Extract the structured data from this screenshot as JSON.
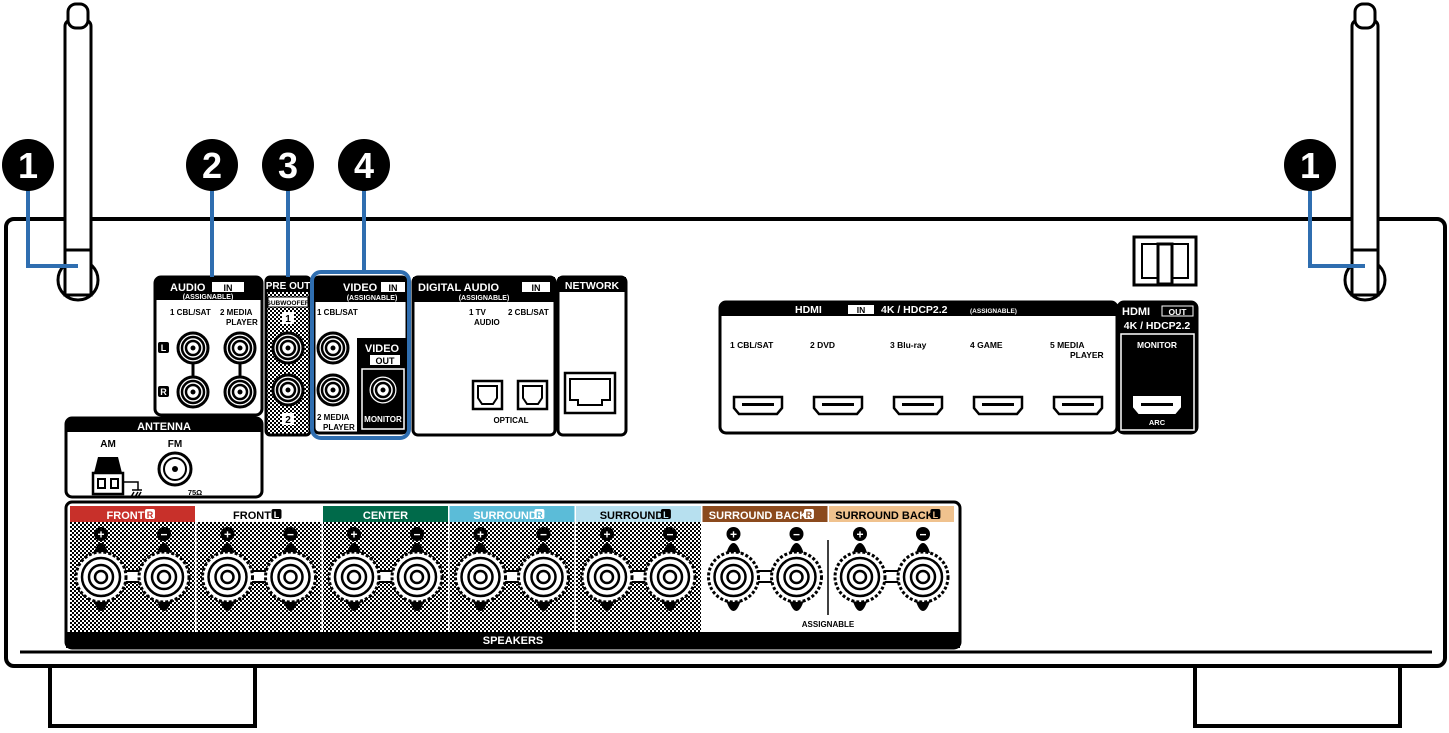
{
  "colors": {
    "callout_line": "#2f6eb0",
    "front_r": "#c8302a",
    "front_l": "#ffffff",
    "center": "#006a4a",
    "surround_r": "#5bbcd8",
    "surround_l": "#b7e0ef",
    "surround_back_r": "#8b4a1d",
    "surround_back_l": "#f0c28e"
  },
  "callouts": [
    "1",
    "2",
    "3",
    "4",
    "1"
  ],
  "audio": {
    "title": "AUDIO",
    "in_badge": "IN",
    "sub": "(ASSIGNABLE)",
    "input1": "1 CBL/SAT",
    "input2": "2  MEDIA",
    "input2b": "PLAYER",
    "ch_l": "L",
    "ch_r": "R"
  },
  "pre_out": {
    "title": "PRE OUT",
    "sub": "SUBWOOFER",
    "port1": "1",
    "port2": "2"
  },
  "video_in": {
    "title": "VIDEO",
    "in_badge": "IN",
    "sub": "(ASSIGNABLE)",
    "input1": "1 CBL/SAT",
    "input2": "2  MEDIA",
    "input2b": "PLAYER"
  },
  "video_out": {
    "title": "VIDEO",
    "out_badge": "OUT",
    "port": "MONITOR"
  },
  "digital_audio": {
    "title": "DIGITAL AUDIO",
    "in_badge": "IN",
    "sub": "(ASSIGNABLE)",
    "input1": "1   TV",
    "input1b": "AUDIO",
    "input2": "2 CBL/SAT",
    "footer": "OPTICAL"
  },
  "network": {
    "title": "NETWORK"
  },
  "hdmi_in": {
    "title": "HDMI",
    "in_badge": "IN",
    "spec": "4K / HDCP2.2",
    "sub": "(ASSIGNABLE)",
    "ports": [
      [
        "1  CBL/SAT",
        ""
      ],
      [
        "2  DVD",
        ""
      ],
      [
        "3  Blu-ray",
        ""
      ],
      [
        "4  GAME",
        ""
      ],
      [
        "5  MEDIA",
        "PLAYER"
      ]
    ]
  },
  "hdmi_out": {
    "title": "HDMI",
    "out_badge": "OUT",
    "spec": "4K / HDCP2.2",
    "port": "MONITOR",
    "arc": "ARC"
  },
  "antenna": {
    "title": "ANTENNA",
    "am": "AM",
    "fm": "FM",
    "ohm": "75Ω"
  },
  "speakers": {
    "title": "SPEAKERS",
    "assignable": "ASSIGNABLE",
    "plus": "+",
    "minus": "−",
    "groups": [
      {
        "label": "FRONT",
        "ch": "R",
        "color": "#c8302a",
        "text": "#ffffff"
      },
      {
        "label": "FRONT",
        "ch": "L",
        "color": "#ffffff",
        "text": "#000000"
      },
      {
        "label": "CENTER",
        "ch": "",
        "color": "#006a4a",
        "text": "#ffffff"
      },
      {
        "label": "SURROUND",
        "ch": "R",
        "color": "#5bbcd8",
        "text": "#ffffff"
      },
      {
        "label": "SURROUND",
        "ch": "L",
        "color": "#b7e0ef",
        "text": "#000000"
      },
      {
        "label": "SURROUND BACK",
        "ch": "R",
        "color": "#8b4a1d",
        "text": "#ffffff"
      },
      {
        "label": "SURROUND BACK",
        "ch": "L",
        "color": "#f0c28e",
        "text": "#000000"
      }
    ]
  }
}
